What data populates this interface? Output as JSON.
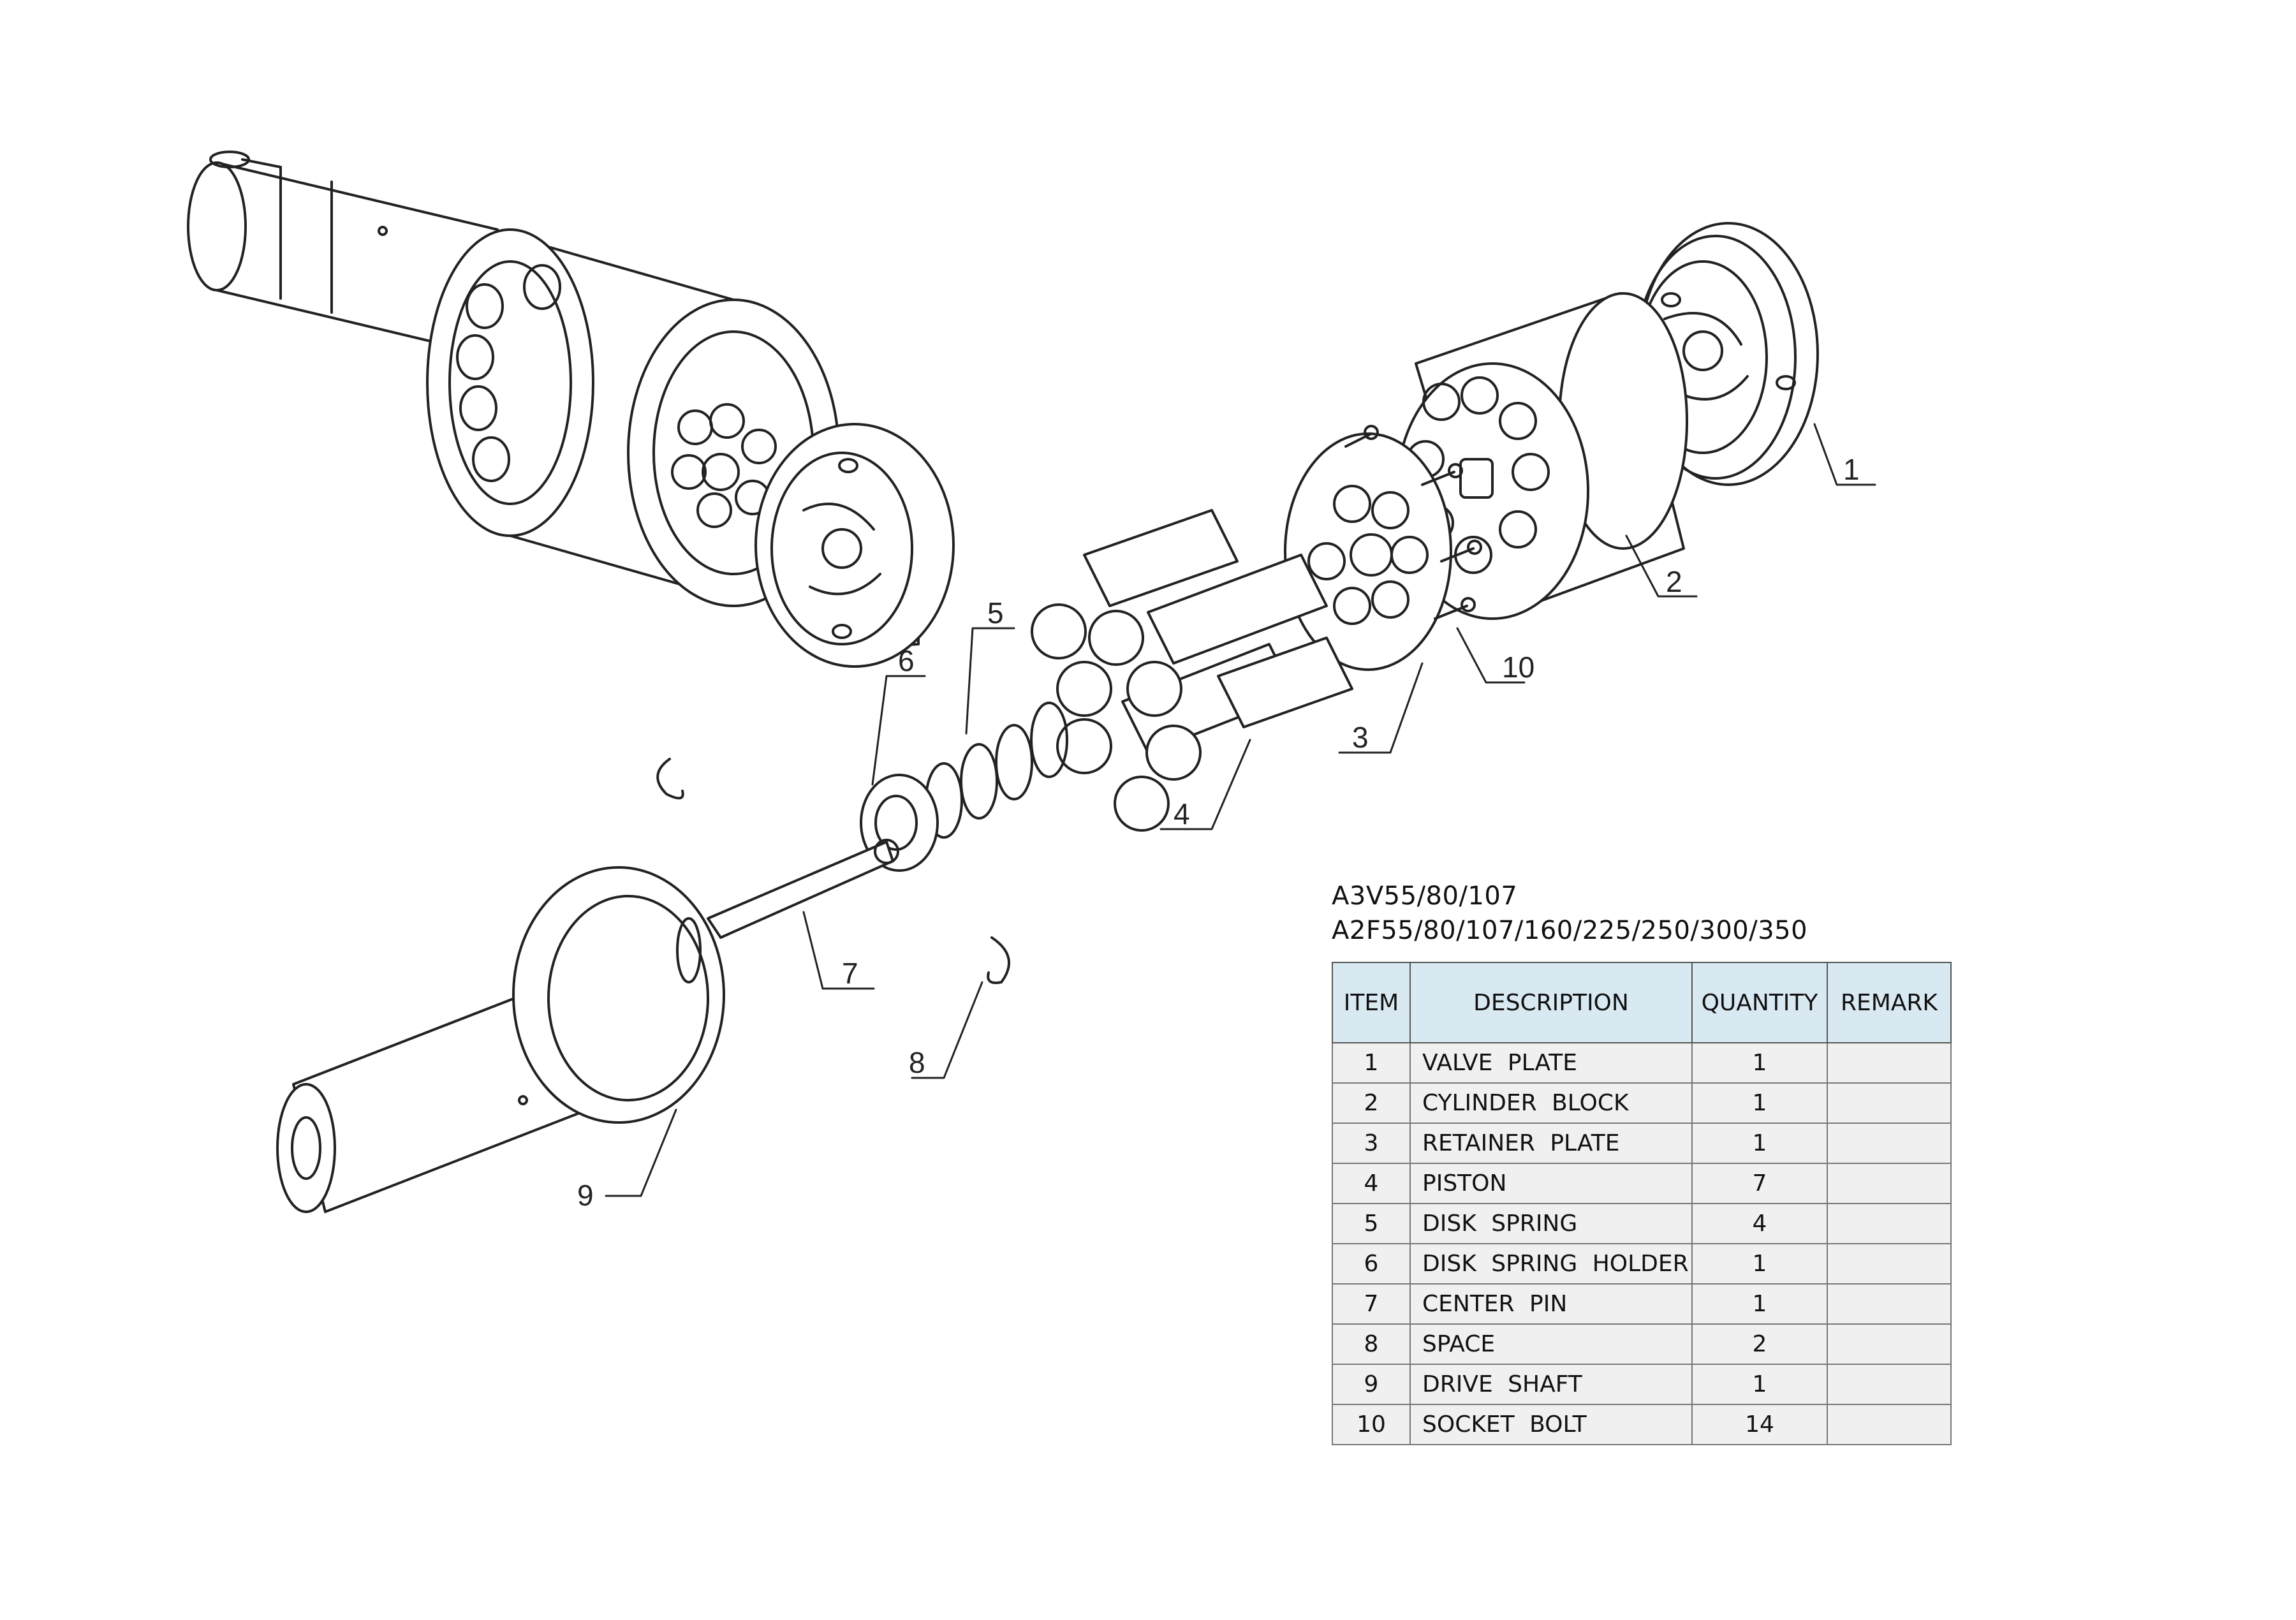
{
  "titles": {
    "line1": "A3V55/80/107",
    "line2": "A2F55/80/107/160/225/250/300/350"
  },
  "table": {
    "headers": [
      "ITEM",
      "DESCRIPTION",
      "QUANTITY",
      "REMARK"
    ],
    "rows": [
      {
        "item": "1",
        "description": "VALVE  PLATE",
        "quantity": "1",
        "remark": ""
      },
      {
        "item": "2",
        "description": "CYLINDER  BLOCK",
        "quantity": "1",
        "remark": ""
      },
      {
        "item": "3",
        "description": "RETAINER  PLATE",
        "quantity": "1",
        "remark": ""
      },
      {
        "item": "4",
        "description": "PISTON",
        "quantity": "7",
        "remark": ""
      },
      {
        "item": "5",
        "description": "DISK  SPRING",
        "quantity": "4",
        "remark": ""
      },
      {
        "item": "6",
        "description": "DISK  SPRING HOLDER",
        "quantity": "1",
        "remark": ""
      },
      {
        "item": "7",
        "description": "CENTER  PIN",
        "quantity": "1",
        "remark": ""
      },
      {
        "item": "8",
        "description": "SPACE",
        "quantity": "2",
        "remark": ""
      },
      {
        "item": "9",
        "description": "DRIVE  SHAFT",
        "quantity": "1",
        "remark": ""
      },
      {
        "item": "10",
        "description": "SOCKET BOLT",
        "quantity": "14",
        "remark": ""
      }
    ]
  },
  "callouts": {
    "c1": "1",
    "c2": "2",
    "c3": "3",
    "c4": "4",
    "c5": "5",
    "c6": "6",
    "c7": "7",
    "c8": "8",
    "c9": "9",
    "c10": "10"
  }
}
